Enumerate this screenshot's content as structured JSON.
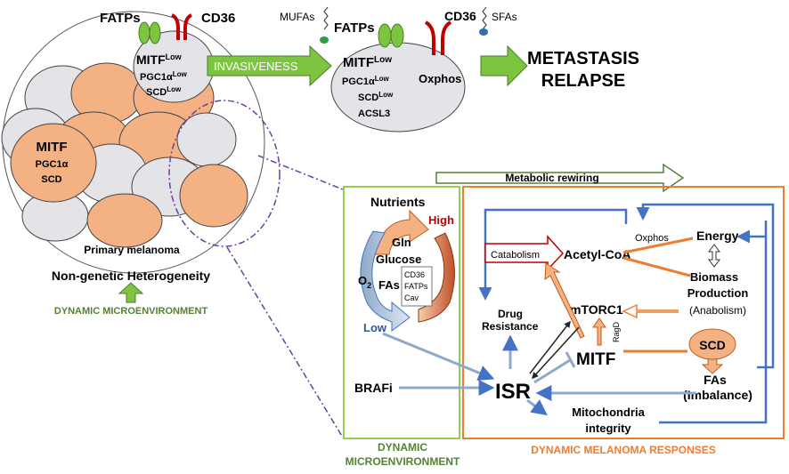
{
  "labels": {
    "fatps_top": "FATPs",
    "cd36_top": "CD36",
    "mitf_low_main": "MITF",
    "low_sup": "Low",
    "pgc1a": "PGC1α",
    "scd": "SCD",
    "invasiveness": "INVASIVENESS",
    "mufas": "MUFAs",
    "fatps_mid": "FATPs",
    "cd36_mid": "CD36",
    "sfas": "SFAs",
    "oxphos_cell": "Oxphos",
    "acsl3": "ACSL3",
    "metastasis": "METASTASIS",
    "relapse": "RELAPSE",
    "mitf_cell": "MITF",
    "pgc1a_cell": "PGC1α",
    "scd_cell": "SCD",
    "primary_melanoma": "Primary melanoma",
    "non_genetic": "Non-genetic Heterogeneity",
    "dynamic_micro_left": "DYNAMIC MICROENVIRONMENT",
    "metabolic_rewiring": "Metabolic rewiring",
    "nutrients": "Nutrients",
    "high": "High",
    "low": "Low",
    "gln": "Gln",
    "glucose": "Glucose",
    "o2": "O",
    "o2_sub": "2",
    "fas": "FAs",
    "cd36_small": "CD36",
    "fatps_small": "FATPs",
    "cav": "Cav",
    "brafi": "BRAFi",
    "isr": "ISR",
    "dynamic_micro_bottom_1": "DYNAMIC",
    "dynamic_micro_bottom_2": "MICROENVIRONMENT",
    "catabolism": "Catabolism",
    "acetyl_coa": "Acetyl-CoA",
    "oxphos": "Oxphos",
    "energy": "Energy",
    "biomass": "Biomass",
    "production": "Production",
    "anabolism": "(Anabolism)",
    "drug": "Drug",
    "resistance": "Resistance",
    "mtorc1": "mTORC1",
    "ragd": "RagD",
    "mitf_right": "MITF",
    "scd_right": "SCD",
    "fas_right": "FAs",
    "imbalance": "(Imbalance)",
    "mito": "Mitochondria",
    "integrity": "integrity",
    "dynamic_responses": "DYNAMIC MELANOMA RESPONSES"
  },
  "colors": {
    "orange_cell": "#F4B183",
    "gray_cell": "#E3E3E8",
    "green_arrow": "#7DC53F",
    "green_text": "#548235",
    "green_box": "#92D050",
    "orange_box": "#ED7D31",
    "blue_arrow": "#4472C4",
    "red": "#C00000",
    "purple": "#6B3F9A"
  }
}
